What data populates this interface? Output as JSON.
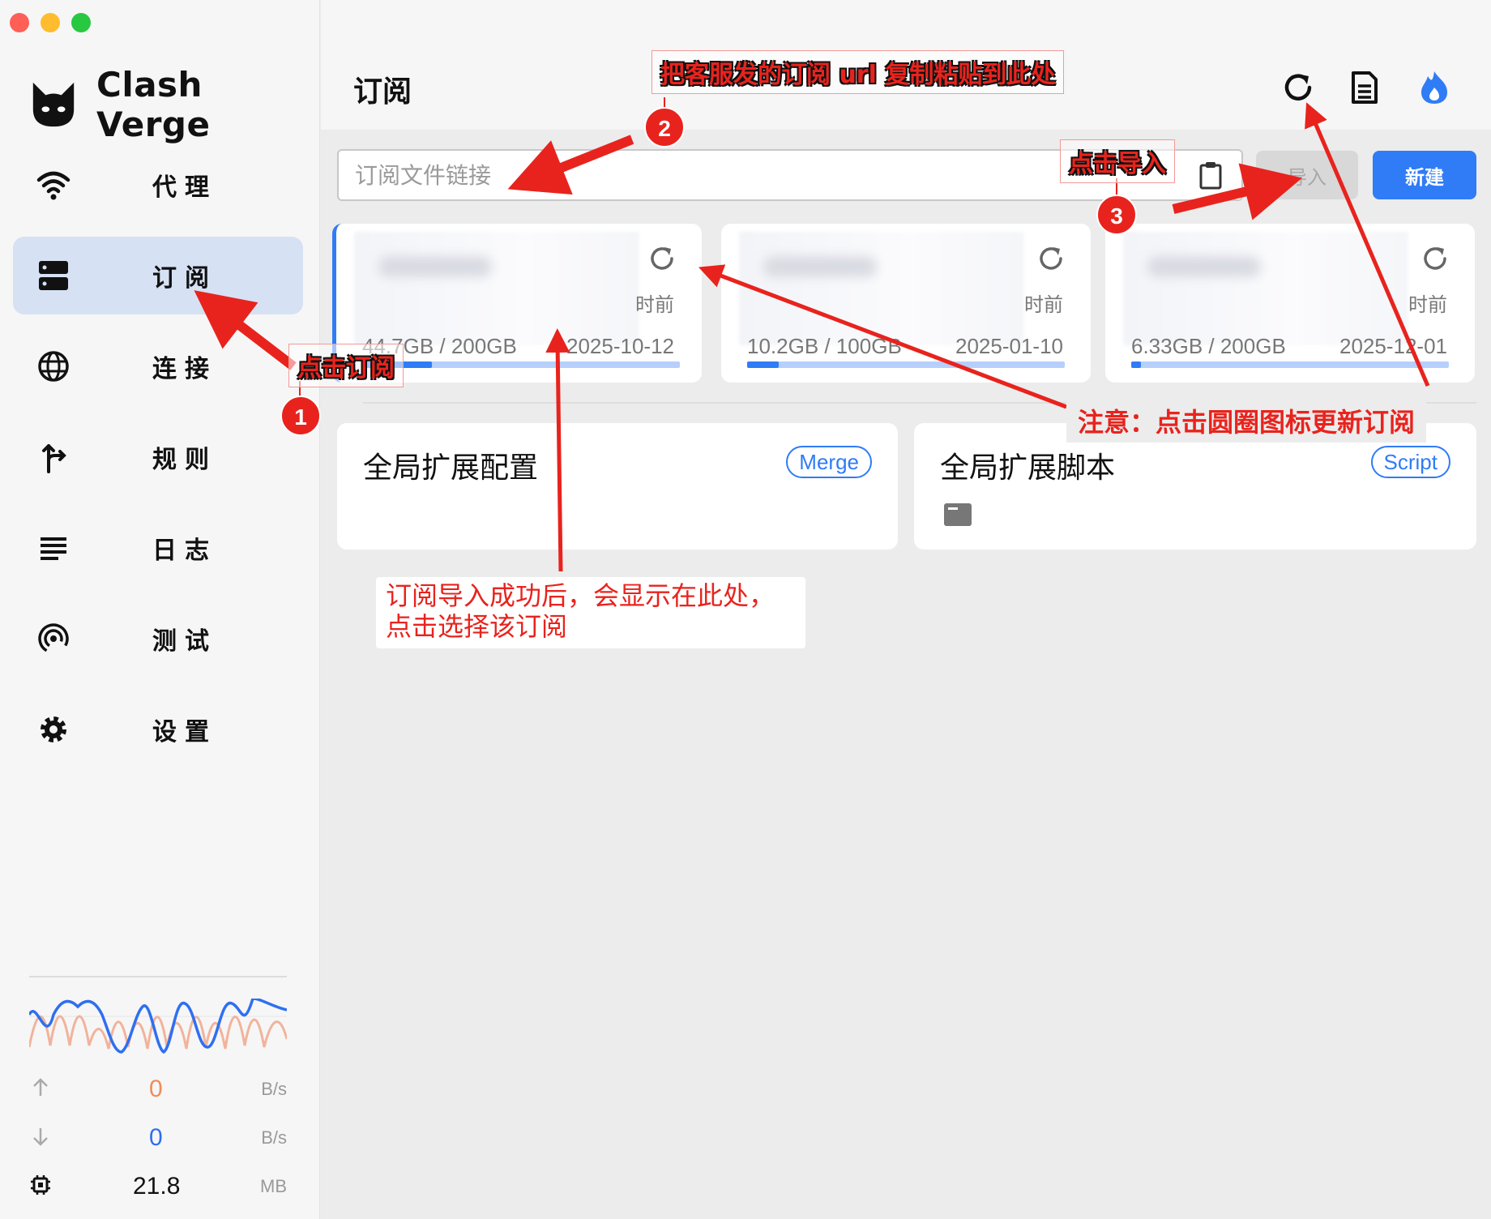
{
  "app": {
    "name": "Clash Verge",
    "colors": {
      "accent": "#2f7cf6",
      "active_bg": "#d6e1f4",
      "annotation": "#e8231d"
    }
  },
  "sidebar": {
    "items": [
      {
        "label": "代理",
        "icon": "wifi-icon"
      },
      {
        "label": "订阅",
        "icon": "server-icon",
        "active": true
      },
      {
        "label": "连接",
        "icon": "globe-icon"
      },
      {
        "label": "规则",
        "icon": "route-icon"
      },
      {
        "label": "日志",
        "icon": "list-icon"
      },
      {
        "label": "测试",
        "icon": "radar-icon"
      },
      {
        "label": "设置",
        "icon": "gear-icon"
      }
    ],
    "stats": {
      "upload": {
        "value": "0",
        "unit": "B/s"
      },
      "download": {
        "value": "0",
        "unit": "B/s"
      },
      "memory": {
        "value": "21.8",
        "unit": "MB"
      }
    }
  },
  "header": {
    "title": "订阅",
    "icons": [
      "refresh-icon",
      "document-icon",
      "flame-icon"
    ]
  },
  "import_bar": {
    "placeholder": "订阅文件链接",
    "import_label": "导入",
    "new_label": "新建"
  },
  "profiles": [
    {
      "ago": "时前",
      "usage": "44.7GB / 200GB",
      "expire": "2025-10-12",
      "used_fraction": 0.22,
      "selected": true
    },
    {
      "ago": "时前",
      "usage": "10.2GB / 100GB",
      "expire": "2025-01-10",
      "used_fraction": 0.1
    },
    {
      "ago": "时前",
      "usage": "6.33GB / 200GB",
      "expire": "2025-12-01",
      "used_fraction": 0.03
    }
  ],
  "extensions": [
    {
      "title": "全局扩展配置",
      "tag": "Merge"
    },
    {
      "title": "全局扩展脚本",
      "tag": "Script"
    }
  ],
  "annotations": {
    "step1": "点击订阅",
    "step2": "把客服发的订阅 url 复制粘贴到此处",
    "step3": "点击导入",
    "note_refresh": "注意：点击圆圈图标更新订阅",
    "note_success": "订阅导入成功后，会显示在此处，\n点击选择该订阅",
    "badges": [
      "1",
      "2",
      "3"
    ]
  }
}
